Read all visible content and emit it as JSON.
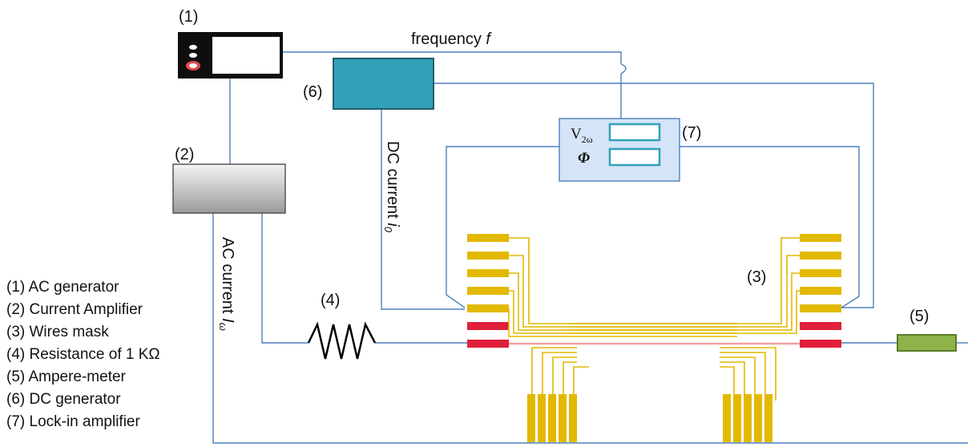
{
  "labels": {
    "l1": "(1)",
    "l2": "(2)",
    "l3": "(3)",
    "l4": "(4)",
    "l5": "(5)",
    "l6": "(6)",
    "l7": "(7)"
  },
  "wire_labels": {
    "frequency": "frequency ",
    "frequency_symbol": "f",
    "dc_current": "DC current  ",
    "dc_symbol": "i",
    "dc_subscript": "0",
    "ac_current": "AC current ",
    "ac_symbol": "I",
    "ac_subscript": "ω"
  },
  "lockin": {
    "v": "V",
    "v_sub": "2ω",
    "phi": "Φ"
  },
  "legend": [
    "(1) AC generator",
    "(2) Current Amplifier",
    "(3) Wires mask",
    "(4) Resistance of 1 KΩ",
    "(5) Ampere-meter",
    "(6) DC generator",
    "(7) Lock-in amplifier"
  ],
  "colors": {
    "wire": "#4f7fbd",
    "pad": "#e2b900",
    "active_pad": "#e0203a",
    "dc_generator": "#31a0b8",
    "ammeter": "#8db34a",
    "lockin_fill": "#d5e4f8"
  }
}
